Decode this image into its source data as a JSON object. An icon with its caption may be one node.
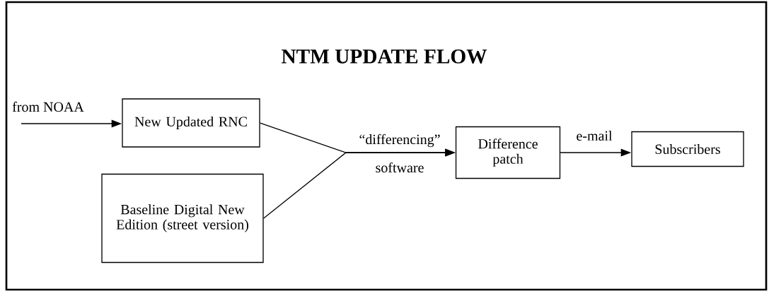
{
  "diagram": {
    "title": "NTM UPDATE FLOW",
    "nodes": [
      {
        "text": [
          "New Updated RNC"
        ]
      },
      {
        "text": [
          "Baseline Digital New Edition (street version)"
        ]
      },
      {
        "text": [
          "Difference patch"
        ]
      },
      {
        "text": [
          "Subscribers"
        ]
      }
    ],
    "edges": [
      {
        "from": 0,
        "to": 2,
        "arrow": "to",
        "label": "“differencing”"
      },
      {
        "from": 1,
        "to": 2,
        "arrow": "to",
        "label": "software"
      },
      {
        "from": 2,
        "to": 3,
        "arrow": "to",
        "label": "e-mail"
      },
      {
        "from": null,
        "to": 0,
        "arrow": "to",
        "label": "from NOAA"
      }
    ]
  }
}
